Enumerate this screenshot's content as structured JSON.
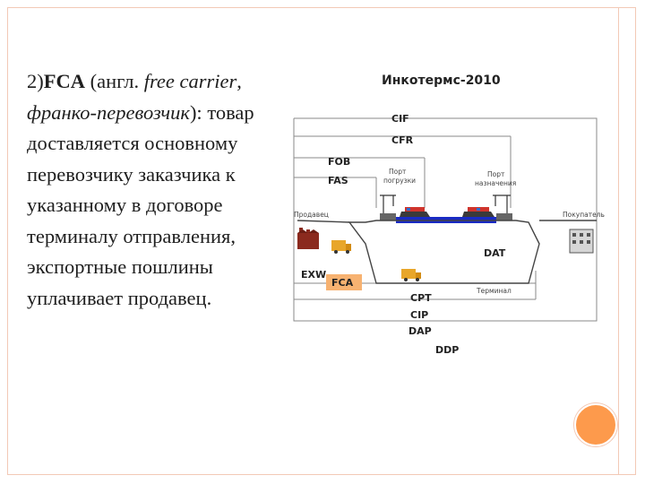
{
  "slide": {
    "number_prefix": "2)",
    "abbr": "FCA",
    "paren_open": " (",
    "lang_note": "англ.",
    "term_en": "free carrier",
    "comma": ", ",
    "term_ru": "франко-перевозчик",
    "paren_close": "): ",
    "body_text": "товар доставляется основному перевозчику заказчика к указанному в договоре терминалу отправления, экспортные пошлины уплачивает продавец."
  },
  "diagram": {
    "title": "Инкотермс-2010",
    "terms": {
      "cif": "CIF",
      "cfr": "CFR",
      "fob": "FOB",
      "fas": "FAS",
      "exw": "EXW",
      "fca": "FCA",
      "dat": "DAT",
      "cpt": "CPT",
      "cip": "CIP",
      "dap": "DAP",
      "ddp": "DDP"
    },
    "places": {
      "port_loading_1": "Порт",
      "port_loading_2": "погрузки",
      "port_dest_1": "Порт",
      "port_dest_2": "назначения",
      "seller": "Продавец",
      "buyer": "Покупатель",
      "terminal": "Терминал"
    },
    "colors": {
      "fca_highlight": "#f7b271",
      "water": "#1a2bc4",
      "truck": "#e8a62a",
      "factory": "#8b2a1e"
    }
  }
}
